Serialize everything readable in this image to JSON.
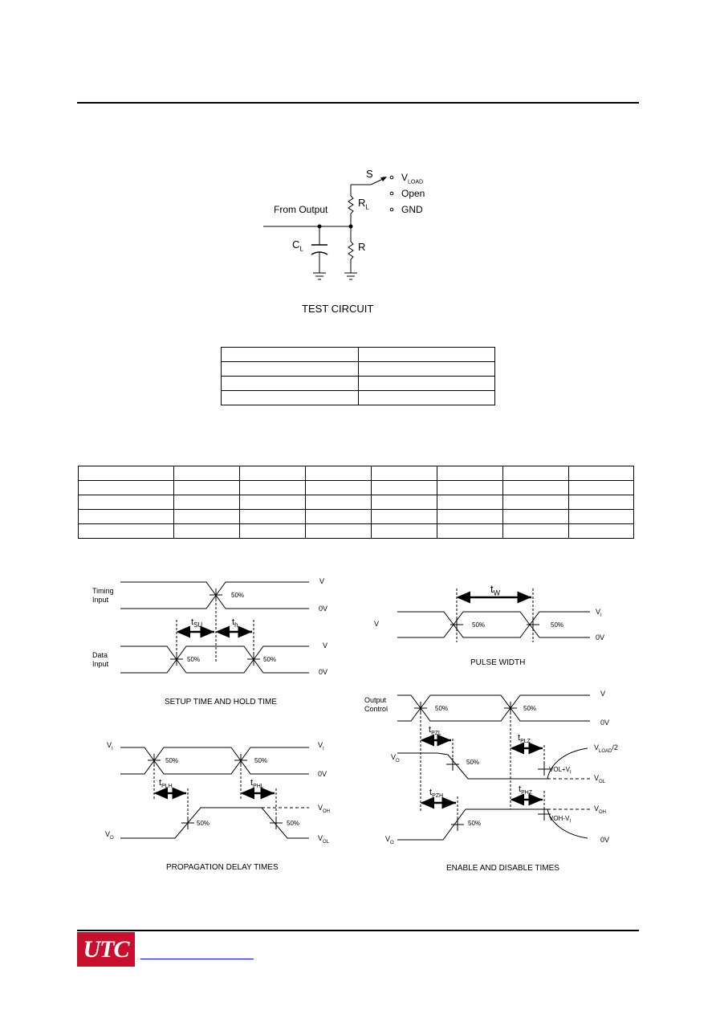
{
  "circuit": {
    "switch_label": "S",
    "vload_label": "V",
    "vload_sub": "LOAD",
    "open_label": "Open",
    "gnd_label": "GND",
    "from_output_label": "From Output",
    "rl_label": "R",
    "rl_sub": "L",
    "cl_label": "C",
    "cl_sub": "L",
    "r_label": "R",
    "title": "TEST CIRCUIT"
  },
  "small_table": {
    "rows": 4,
    "cols": 2
  },
  "big_table": {
    "rows": 5,
    "cols": 8
  },
  "setup": {
    "timing_input": "Timing\nInput",
    "data_input": "Data\nInput",
    "v_top": "V",
    "zero_top": "0V",
    "v_bot": "V",
    "zero_bot": "0V",
    "pct_timing": "50%",
    "pct_data1": "50%",
    "pct_data2": "50%",
    "tsu": "t",
    "tsu_sub": "SU",
    "th": "t",
    "th_sub": "h",
    "caption": "SETUP TIME AND HOLD TIME"
  },
  "pulse": {
    "tw": "t",
    "tw_sub": "W",
    "v_left": "V",
    "vi": "V",
    "vi_sub": "I",
    "zero": "0V",
    "pct1": "50%",
    "pct2": "50%",
    "caption": "PULSE WIDTH"
  },
  "prop": {
    "vi_left": "V",
    "vi_left_sub": "I",
    "vi_right": "V",
    "vi_right_sub": "I",
    "zero": "0V",
    "pct1": "50%",
    "pct2": "50%",
    "pct3": "50%",
    "pct4": "50%",
    "tplh": "t",
    "tplh_sub": "PLH",
    "tphl": "t",
    "tphl_sub": "PHL",
    "voh": "V",
    "voh_sub": "OH",
    "vol": "V",
    "vol_sub": "OL",
    "vo_left": "V",
    "vo_left_sub": "O",
    "caption": "PROPAGATION DELAY TIMES"
  },
  "enable": {
    "output_control": "Output\nControl",
    "v_top": "V",
    "zero_top": "0V",
    "pct1": "50%",
    "pct2": "50%",
    "pct3": "50%",
    "pct4": "50%",
    "tpzl": "t",
    "tpzl_sub": "PZL",
    "tplz": "t",
    "tplz_sub": "PLZ",
    "tpzh": "t",
    "tpzh_sub": "PZH",
    "tphz": "t",
    "tphz_sub": "PHZ",
    "vo_mid": "V",
    "vo_mid_sub": "O",
    "vo_bot": "V",
    "vo_bot_sub": "O",
    "vload2": "V",
    "vload2_sub": "LOAD",
    "vload2_suffix": "/2",
    "vol_vi": "VOL+V",
    "vol_vi_sub": "I",
    "vol_right": "V",
    "vol_right_sub": "OL",
    "voh_right": "V",
    "voh_right_sub": "OH",
    "voh_vi": "VOH-V",
    "voh_vi_sub": "I",
    "zero_bot": "0V",
    "caption": "ENABLE AND DISABLE TIMES"
  },
  "footer": {
    "logo_text": "UTC"
  }
}
